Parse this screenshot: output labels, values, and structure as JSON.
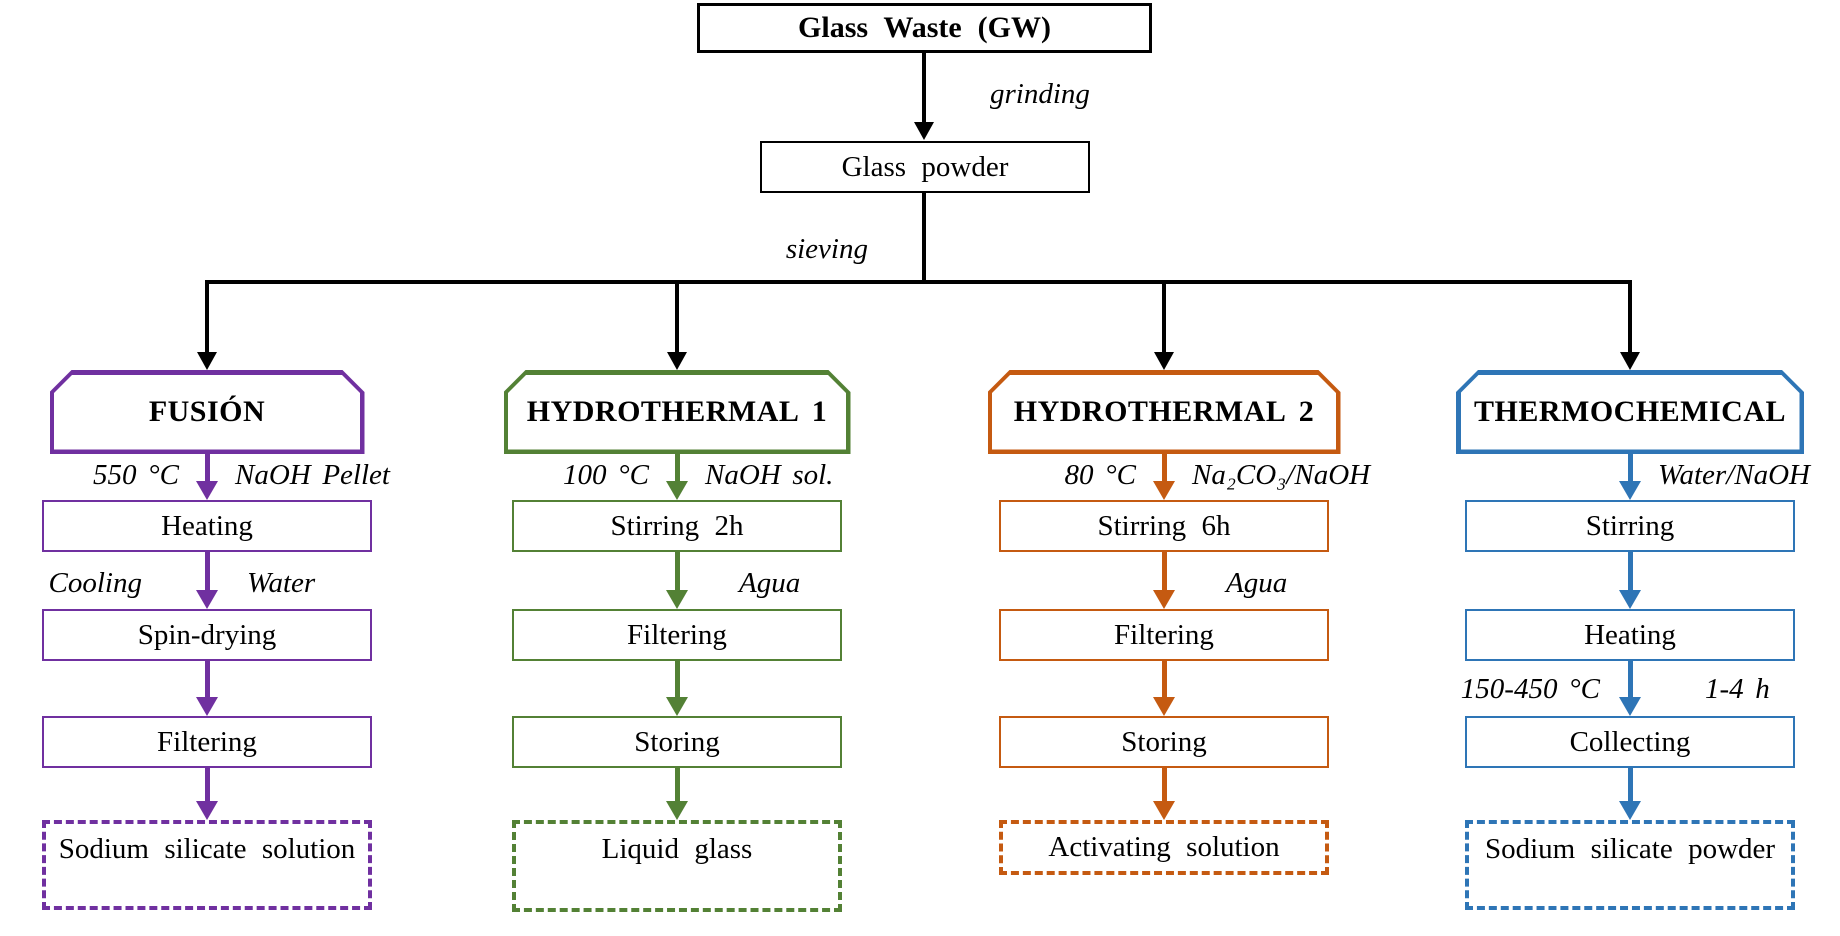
{
  "trunk": {
    "source_box": "Glass Waste (GW)",
    "grinding_label": "grinding",
    "intermediate_box": "Glass powder",
    "sieving_label": "sieving"
  },
  "colors": {
    "fusion": "#7030A0",
    "hydrothermal1": "#538135",
    "hydrothermal2": "#C55A11",
    "thermochemical": "#2E75B6",
    "line": "#000000"
  },
  "columns": [
    {
      "name": "FUSIÓN",
      "color": "#7030A0",
      "arrow1_left": "550 °C",
      "arrow1_right": "NaOH Pellet",
      "box1": "Heating",
      "arrow2_left": "Cooling",
      "arrow2_right": "Water",
      "box2": "Spin-drying",
      "box3": "Filtering",
      "output": "Sodium silicate solution"
    },
    {
      "name": "HYDROTHERMAL 1",
      "color": "#538135",
      "arrow1_left": "100 °C",
      "arrow1_right": "NaOH sol.",
      "box1": "Stirring 2h",
      "arrow2_right": "Agua",
      "box2": "Filtering",
      "box3": "Storing",
      "output": "Liquid glass"
    },
    {
      "name": "HYDROTHERMAL 2",
      "color": "#C55A11",
      "arrow1_left": "80 °C",
      "arrow1_right": "Na₂CO₃/NaOH",
      "box1": "Stirring 6h",
      "arrow2_right": "Agua",
      "box2": "Filtering",
      "box3": "Storing",
      "output": "Activating solution"
    },
    {
      "name": "THERMOCHEMICAL",
      "color": "#2E75B6",
      "arrow1_right": "Water/NaOH",
      "box1": "Stirring",
      "box2": "Heating",
      "arrow3_left": "150-450 °C",
      "arrow3_right": "1-4 h",
      "box3": "Collecting",
      "output": "Sodium silicate powder"
    }
  ]
}
